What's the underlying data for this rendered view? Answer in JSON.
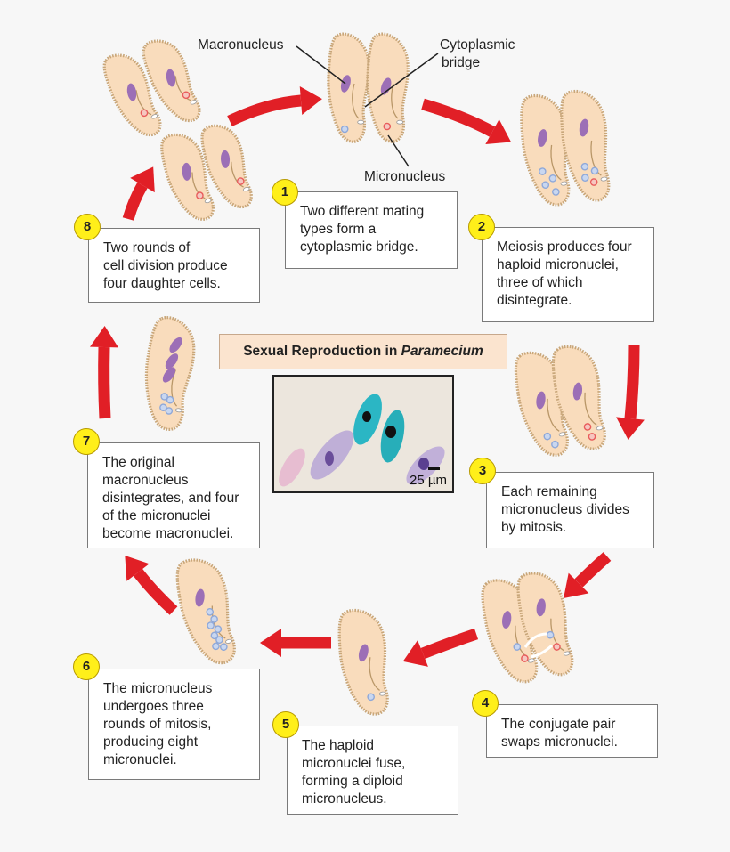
{
  "title": {
    "prefix": "Sexual Reproduction in ",
    "italic": "Paramecium"
  },
  "labels": {
    "macronucleus": "Macronucleus",
    "cytoplasmic_bridge_line1": "Cytoplasmic",
    "cytoplasmic_bridge_line2": "bridge",
    "micronucleus": "Micronucleus"
  },
  "micrograph": {
    "scale_label": "25 µm"
  },
  "steps": [
    {
      "number": "1",
      "lines": [
        "Two different mating",
        "types form a",
        "cytoplasmic bridge."
      ]
    },
    {
      "number": "2",
      "lines": [
        "Meiosis produces four",
        "haploid micronuclei,",
        "three of which",
        "disintegrate."
      ]
    },
    {
      "number": "3",
      "lines": [
        "Each remaining",
        "micronucleus divides",
        "by mitosis."
      ]
    },
    {
      "number": "4",
      "lines": [
        "The conjugate pair",
        "swaps micronuclei."
      ]
    },
    {
      "number": "5",
      "lines": [
        "The haploid",
        "micronuclei fuse,",
        "forming a diploid",
        "micronucleus."
      ]
    },
    {
      "number": "6",
      "lines": [
        "The micronucleus",
        "undergoes three",
        "rounds of mitosis,",
        "producing eight",
        "micronuclei."
      ]
    },
    {
      "number": "7",
      "lines": [
        "The original",
        "macronucleus",
        "disintegrates, and four",
        "of the micronuclei",
        "become macronuclei."
      ]
    },
    {
      "number": "8",
      "lines": [
        "Two rounds of",
        "cell division produce",
        "four daughter cells."
      ]
    }
  ],
  "colors": {
    "cell_fill": "#f9dcbc",
    "cell_edge": "#c8a679",
    "macronucleus": "#9c6fb6",
    "micronucleus_red": "#e85c5c",
    "micronucleus_blue": "#8fa8d8",
    "arrow": "#e11f26",
    "badge": "#ffef1a"
  }
}
